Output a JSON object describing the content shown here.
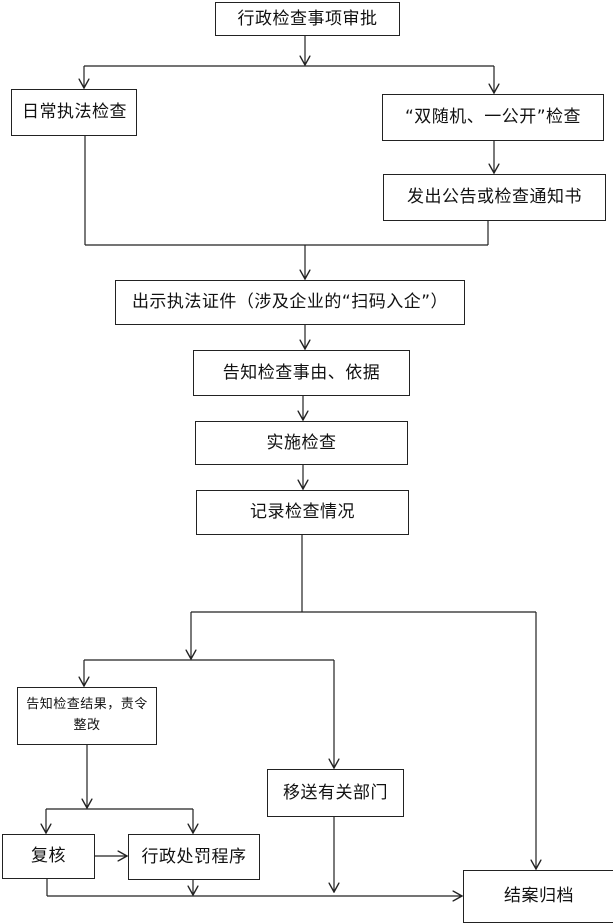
{
  "diagram": {
    "type": "flowchart",
    "nodes": {
      "approval": "行政检查事项审批",
      "routine_inspection": "日常执法检查",
      "double_random": "“双随机、一公开”检查",
      "issue_notice": "发出公告或检查通知书",
      "show_credentials": "出示执法证件（涉及企业的“扫码入企”）",
      "inform_reason": "告知检查事由、依据",
      "conduct_inspection": "实施检查",
      "record_results": "记录检查情况",
      "inform_results": "告知检查结果，责令整改",
      "transfer_department": "移送有关部门",
      "review": "复核",
      "penalty_procedure": "行政处罚程序",
      "close_archive": "结案归档"
    },
    "edges": [
      [
        "approval",
        "routine_inspection"
      ],
      [
        "approval",
        "double_random"
      ],
      [
        "double_random",
        "issue_notice"
      ],
      [
        "routine_inspection",
        "show_credentials"
      ],
      [
        "issue_notice",
        "show_credentials"
      ],
      [
        "show_credentials",
        "inform_reason"
      ],
      [
        "inform_reason",
        "conduct_inspection"
      ],
      [
        "conduct_inspection",
        "record_results"
      ],
      [
        "record_results",
        "inform_results"
      ],
      [
        "record_results",
        "transfer_department"
      ],
      [
        "record_results",
        "close_archive"
      ],
      [
        "inform_results",
        "review"
      ],
      [
        "inform_results",
        "penalty_procedure"
      ],
      [
        "review",
        "penalty_procedure"
      ],
      [
        "review",
        "close_archive"
      ],
      [
        "penalty_procedure",
        "close_archive"
      ],
      [
        "transfer_department",
        "close_archive"
      ]
    ]
  }
}
